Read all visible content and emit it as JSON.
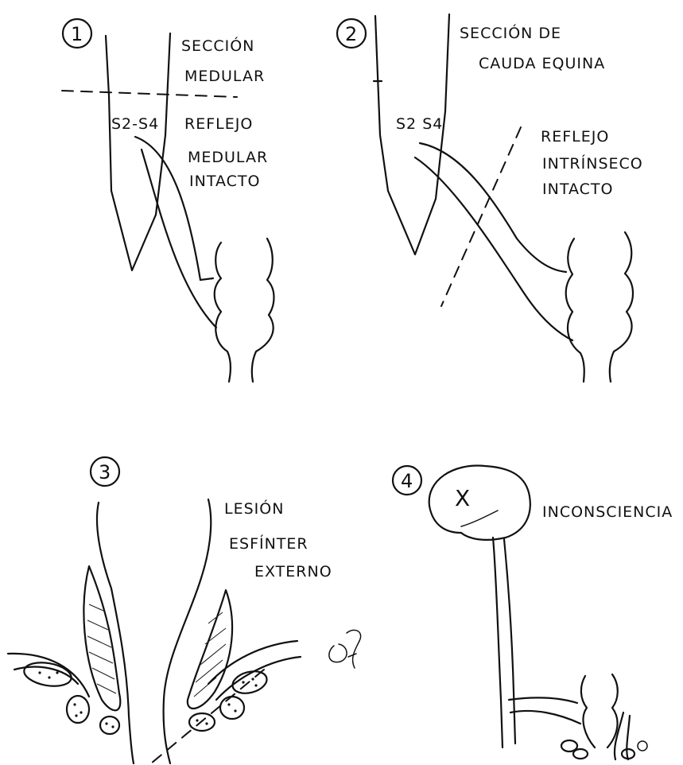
{
  "panels": [
    {
      "number": "1",
      "caption_lines": [
        "SECCIÓN",
        "MEDULAR"
      ],
      "level_label": "S2-S4",
      "reflex_lines": [
        "REFLEJO",
        "MEDULAR",
        "INTACTO"
      ]
    },
    {
      "number": "2",
      "caption_lines": [
        "SECCIÓN DE",
        "CAUDA EQUINA"
      ],
      "level_label": "S2 S4",
      "reflex_lines": [
        "REFLEJO",
        "INTRÍNSECO",
        "INTACTO"
      ]
    },
    {
      "number": "3",
      "caption_lines": [
        "LESIÓN",
        "ESFÍNTER",
        "EXTERNO"
      ]
    },
    {
      "number": "4",
      "caption_lines": [
        "INCONSCIENCIA"
      ],
      "brain_mark": "X"
    }
  ],
  "colors": {
    "ink": "#111111",
    "background": "#ffffff"
  },
  "icons": [
    "spinal-cord-cone",
    "rectum",
    "brain",
    "sphincter-muscle",
    "signature"
  ]
}
